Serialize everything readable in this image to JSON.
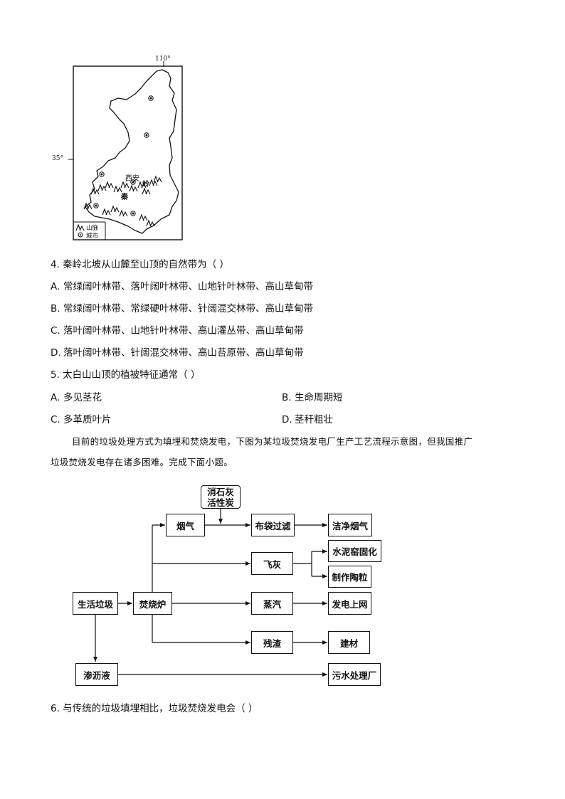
{
  "map": {
    "lon_label": "110°",
    "lat_label": "35°",
    "city_label": "西安",
    "qin_label": "秦",
    "ling_label": "岭",
    "legend": {
      "mountain": "山脉",
      "city": "城市"
    }
  },
  "questions": {
    "q4": {
      "stem": "4. 秦岭北坡从山麓至山顶的自然带为（      ）",
      "options": [
        {
          "letter": "A.",
          "text": "常绿阔叶林带、落叶阔叶林带、山地针叶林带、高山草甸带"
        },
        {
          "letter": "B.",
          "text": "常绿阔叶林带、常绿硬叶林带、针阔混交林带、高山草甸带"
        },
        {
          "letter": "C.",
          "text": "落叶阔叶林带、山地针叶林带、高山灌丛带、高山草甸带"
        },
        {
          "letter": "D.",
          "text": "落叶阔叶林带、针阔混交林带、高山苔原带、高山草甸带"
        }
      ]
    },
    "q5": {
      "stem": "5. 太白山山顶的植被特征通常（      ）",
      "options": [
        {
          "letter": "A.",
          "text": "多见茎花"
        },
        {
          "letter": "B.",
          "text": "生命周期短"
        },
        {
          "letter": "C.",
          "text": "多革质叶片"
        },
        {
          "letter": "D.",
          "text": "茎秆粗壮"
        }
      ]
    },
    "intro": [
      "目前的垃圾处理方式为填埋和焚烧发电，下图为某垃圾焚烧发电厂生产工艺流程示意图，但我国推广",
      "垃圾焚烧发电存在诸多困难。完成下面小题。"
    ],
    "q6": {
      "stem": "6. 与传统的垃圾填埋相比，垃圾焚烧发电会（      ）"
    }
  },
  "flowchart": {
    "lime_line1": "消石灰",
    "lime_line2": "活性炭",
    "flue_gas": "烟气",
    "bag_filter": "布袋过滤",
    "clean_flue_gas": "洁净烟气",
    "fly_ash": "飞灰",
    "cement_kiln": "水泥窑固化",
    "ceramsite": "制作陶粒",
    "domestic_waste": "生活垃圾",
    "incinerator": "焚烧炉",
    "steam": "蒸汽",
    "grid_power": "发电上网",
    "slag": "残渣",
    "building_material": "建材",
    "leachate": "渗沥液",
    "sewage_plant": "污水处理厂"
  }
}
